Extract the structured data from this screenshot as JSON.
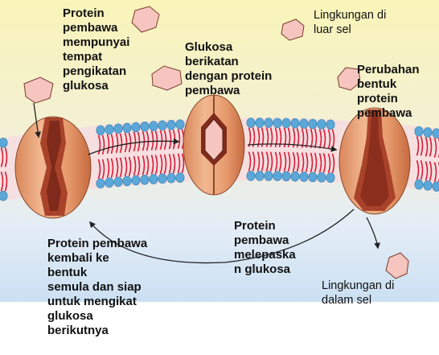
{
  "labels": {
    "carrier_binding_site": "Protein\npembawa\nmempunyai\ntempat\npengikatan\nglukosa",
    "glucose_binds": "Glukosa\nberikatan\ndengan protein\npembawa",
    "outside_cell": "Lingkungan di\nluar sel",
    "shape_change": "Perubahan\nbentuk\nprotein\npembawa",
    "releases_glucose": "Protein\npembawa\nmelepaska\nn glukosa",
    "returns_shape": "Protein pembawa\nkembali ke\nbentuk\nsemula dan siap\nuntuk mengikat\nglukosa\nberikutnya",
    "inside_cell": "Lingkungan di\ndalam sel"
  },
  "colors": {
    "outside_bg": "#f7f2b0",
    "inside_bg": "#cfe3f5",
    "lipid_head": "#5aa7d8",
    "lipid_tail": "#d8203c",
    "protein_light": "#e9a77c",
    "protein_dark": "#b5502a",
    "channel": "#9c2f22",
    "glucose_fill": "#f6c5c0",
    "glucose_stroke": "#7a3a2a"
  },
  "icons": [
    "glucose-molecule-icon",
    "carrier-protein-icon",
    "lipid-bilayer-icon",
    "arrow-icon"
  ]
}
